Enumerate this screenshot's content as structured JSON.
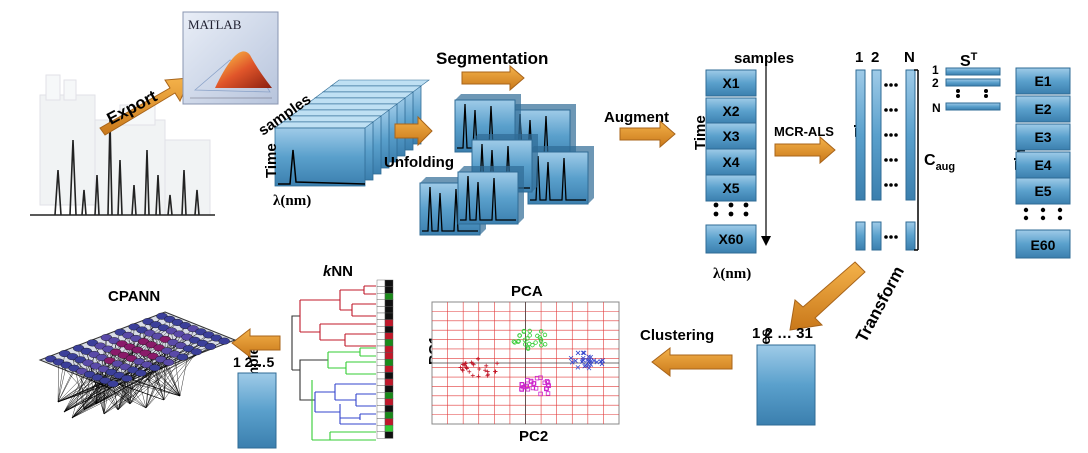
{
  "labels": {
    "export": "Export",
    "matlab": "MATLAB",
    "samples": "samples",
    "time": "Time",
    "lambda_nm": "λ(nm)",
    "unfolding": "Unfolding",
    "segmentation": "Segmentation",
    "augment": "Augment",
    "mcr_als": "MCR-ALS",
    "transform": "Transform",
    "clustering": "Clustering",
    "pca": "PCA",
    "pc1": "PC1",
    "pc2": "PC2",
    "knn_k": "k",
    "knn_nn": "NN",
    "cpann": "CPANN",
    "range_31": "1 2 … 31",
    "range_5": "1 2…5",
    "c_aug_main": "C",
    "c_aug_sub": "aug",
    "st_main": "S",
    "st_sup": "T",
    "col_1": "1",
    "col_2": "2",
    "col_n": "N",
    "st_row_1": "1",
    "st_row_2": "2",
    "st_row_n": "N"
  },
  "x_blocks": [
    "X1",
    "X2",
    "X3",
    "X4",
    "X5",
    "X60"
  ],
  "e_blocks": [
    "E1",
    "E2",
    "E3",
    "E4",
    "E5",
    "E60"
  ],
  "colors": {
    "block_fill": "#5aa0cc",
    "arrow": "#d98a1f",
    "pca_grid": "#e23a3a",
    "cluster_red": "#c0182a",
    "cluster_green": "#33cc33",
    "cluster_blue": "#3344cc",
    "cluster_magenta": "#cc22cc"
  }
}
